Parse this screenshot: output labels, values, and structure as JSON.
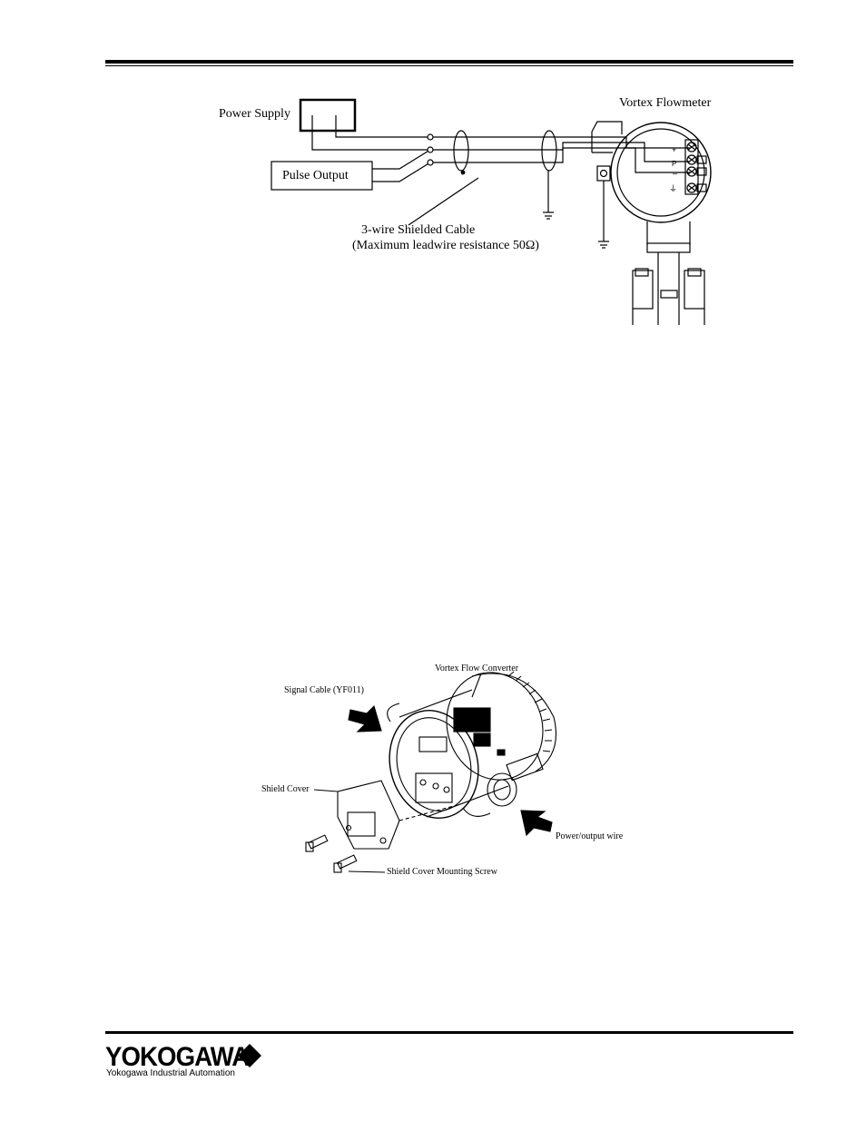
{
  "diagram1": {
    "power_supply": "Power Supply",
    "pulse_output": "Pulse Output",
    "vortex_flowmeter": "Vortex Flowmeter",
    "cable_line1": "3-wire Shielded Cable",
    "cable_line2": "(Maximum leadwire resistance 50Ω)",
    "terminal_plus": "+",
    "terminal_p": "P",
    "terminal_minus": "–",
    "terminal_ground": "⏚"
  },
  "diagram2": {
    "vortex_flow_converter": "Vortex Flow Converter",
    "signal_cable": "Signal Cable (YF011)",
    "shield_cover": "Shield Cover",
    "power_output_wire": "Power/output wire",
    "shield_cover_screw": "Shield Cover Mounting Screw"
  },
  "footer": {
    "brand": "YOKOGAWA",
    "subtitle": "Yokogawa Industrial Automation"
  }
}
